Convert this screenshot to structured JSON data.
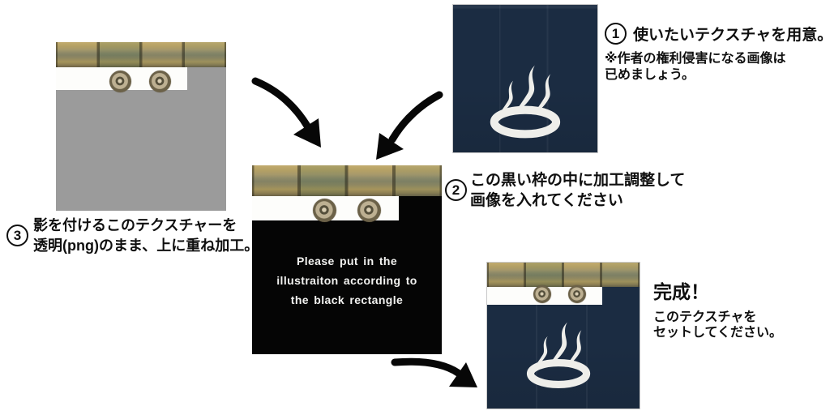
{
  "diagram_title": "noren-texture-setup-tutorial",
  "palette": {
    "curtain_navy": "#1b2c42",
    "placeholder_gray": "#9b9b9b",
    "frame_black": "#050505",
    "symbol_white": "#eeeeea",
    "beam_khaki": "#b8a66d",
    "text_black": "#0f0f0f"
  },
  "step1": {
    "number": "1",
    "title": "使いたいテクスチャを用意。",
    "note1": "※作者の権利侵害になる画像は",
    "note2": "已めましょう。"
  },
  "step2": {
    "number": "2",
    "line1": "この黒い枠の中に加工調整して",
    "line2": "画像を入れてください"
  },
  "step3": {
    "number": "3",
    "line1": "影を付けるこのテクスチャーを",
    "line2": "透明(png)のまま、上に重ね加工。"
  },
  "finish": {
    "title": "完成！",
    "line1": "このテクスチャを",
    "line2": "セットしてください。"
  },
  "black_box": {
    "line1": "Please put in the",
    "line2": "illustraiton according to",
    "line3": "the black rectangle"
  },
  "icons": {
    "onsen_symbol": "hot-spring-onsen-mark",
    "curtain_rings": "curtain-ring-pair",
    "arrows": [
      "arrow-shadow-to-frame",
      "arrow-source-to-frame",
      "arrow-frame-to-finished"
    ]
  }
}
